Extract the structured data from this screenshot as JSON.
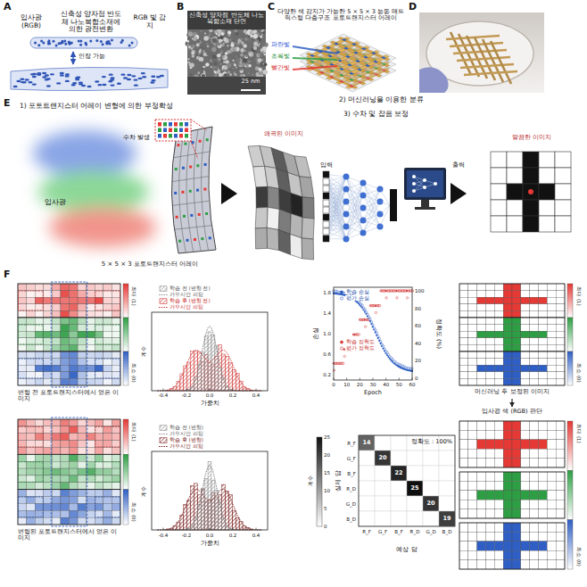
{
  "diagram": {
    "nodes": [
      {
        "text": [
          "입사광 (RGB)"
        ]
      },
      {
        "text": [
          "신축성 양자점 반도체 나노복합소재에 의한 광전변환"
        ]
      },
      {
        "text": [
          "RGB 빛 감지"
        ]
      }
    ],
    "edges": [
      {
        "from": 0,
        "to": 1,
        "arrow": "to"
      },
      {
        "from": 1,
        "to": 2,
        "arrow": "to"
      }
    ],
    "labels": [
      "A",
      "B",
      "C",
      "D",
      "E",
      "F",
      "인장 가능",
      "신축성 양자점 반도체 나노복합소재 단면",
      "25 nm",
      "다양한 색 감지가 가능한 5 × 5 × 3 능동 매트릭스형 다층구조 포토트랜지스터 어레이",
      "파란빛",
      "초록빛",
      "빨간빛",
      "1) 포토트랜지스터 어레이 변형에 의한 부정확성",
      "2) 머신러닝을 이용한 분류",
      "3) 수차 및 잡음 보정",
      "수차 발생",
      "입사광",
      "5 × 5 × 3 포토트랜지스터 어레이",
      "왜곡된 이미지",
      "입력",
      "출력",
      "깔끔한 이미지",
      "최대 (1)",
      "최소 (0)",
      "변형 전 포토트랜지스터에서 얻은 이미지",
      "계수",
      "가중치",
      "-0.4",
      "-0.2",
      "0.0",
      "0.2",
      "0.4",
      "손실",
      "정확도 (%)",
      "Epoch",
      "0",
      "10",
      "20",
      "30",
      "40",
      "50",
      "60",
      "0.2",
      "0.6",
      "1.0",
      "1.4",
      "1.8",
      "0",
      "20",
      "40",
      "60",
      "80",
      "100",
      "최대 (1)",
      "최소 (0)",
      "머신러닝 후 보정된 이미지",
      "입사광 색 (RGB) 판단",
      "최대 (1)",
      "최소 (0)",
      "변형된 포토트랜지스터에서 얻은 이미지",
      "계수",
      "가중치",
      "-0.4",
      "-0.2",
      "0.0",
      "0.2",
      "0.4",
      "정확도 : 100%",
      "실제 답",
      "예상 답",
      "R_F",
      "G_F",
      "B_F",
      "R_D",
      "G_D",
      "B_D",
      "R_F",
      "G_F",
      "B_F",
      "R_D",
      "G_D",
      "B_D",
      "14",
      "20",
      "22",
      "25",
      "20",
      "19",
      "계수",
      "0",
      "5",
      "10",
      "15",
      "20",
      "25",
      "최대 (1)",
      "최소 (0)"
    ],
    "legend": [
      {
        "text": "학습 전 (변형 전)"
      },
      {
        "text": "가우시안 피팅"
      },
      {
        "text": "학습 후 (변형 전)"
      },
      {
        "text": "가우시안 피팅"
      },
      {
        "text": "학습 손실"
      },
      {
        "text": "평가 손실"
      },
      {
        "text": "학습 정확도"
      },
      {
        "text": "평가 정확도"
      },
      {
        "text": "학습 전 (변형)"
      },
      {
        "text": "가우시안 피팅"
      },
      {
        "text": "학습 후 (변형)"
      },
      {
        "text": "가우시안 피팅"
      }
    ]
  }
}
